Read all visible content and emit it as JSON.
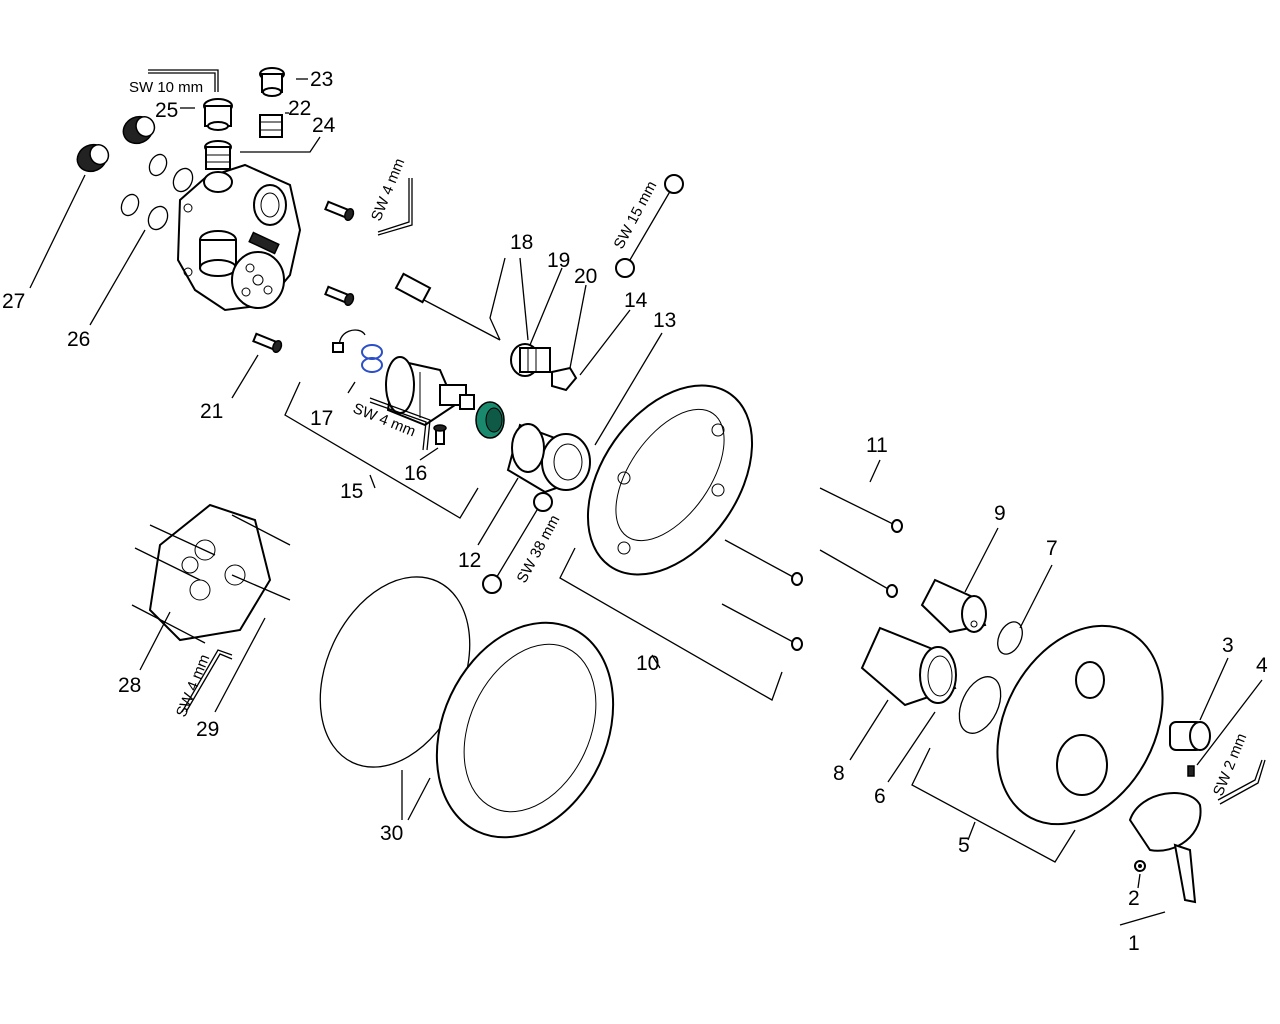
{
  "colors": {
    "line": "#000000",
    "background": "#ffffff",
    "accent_green": "#1a8a6e",
    "accent_blue": "#2b4fc8"
  },
  "labels": {
    "n1": "1",
    "n2": "2",
    "n3": "3",
    "n4": "4",
    "n5": "5",
    "n6": "6",
    "n7": "7",
    "n8": "8",
    "n9": "9",
    "n10": "10",
    "n11": "11",
    "n12": "12",
    "n13": "13",
    "n14": "14",
    "n15": "15",
    "n16": "16",
    "n17": "17",
    "n18": "18",
    "n19": "19",
    "n20": "20",
    "n21": "21",
    "n22": "22",
    "n23": "23",
    "n24": "24",
    "n25": "25",
    "n26": "26",
    "n27": "27",
    "n28": "28",
    "n29": "29",
    "n30": "30"
  },
  "tools": {
    "sw10": "SW 10 mm",
    "sw4_top": "SW 4 mm",
    "sw15": "SW 15 mm",
    "sw4_mid": "SW 4 mm",
    "sw38": "SW 38 mm",
    "sw4_low": "SW 4 mm",
    "sw2": "SW 2 mm"
  }
}
